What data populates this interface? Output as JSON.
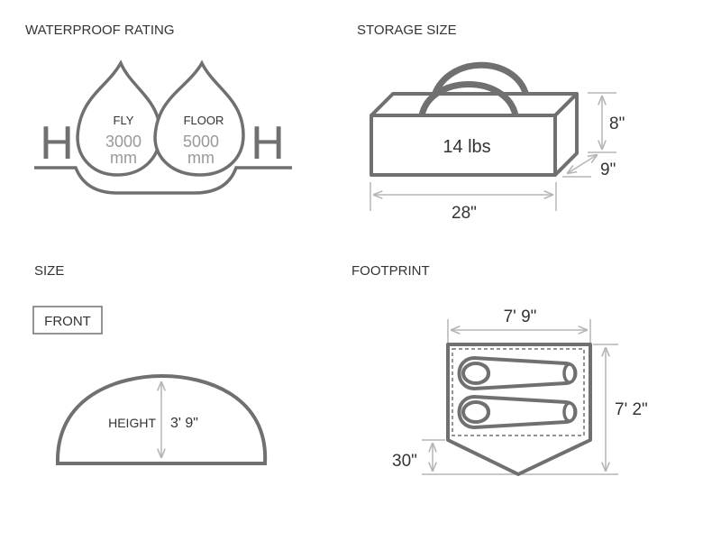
{
  "colors": {
    "stroke": "#707070",
    "fill": "#ffffff",
    "text_dark": "#333333",
    "text_light": "#999999",
    "dim_line": "#b5b5b5"
  },
  "sections": {
    "waterproof": {
      "title": "WATERPROOF RATING",
      "left_glyph": "H",
      "right_glyph": "H",
      "fly": {
        "label": "FLY",
        "value": "3000",
        "unit": "mm"
      },
      "floor": {
        "label": "FLOOR",
        "value": "5000",
        "unit": "mm"
      }
    },
    "storage": {
      "title": "STORAGE SIZE",
      "weight": "14 lbs",
      "height": "8\"",
      "depth": "9\"",
      "length": "28\""
    },
    "size": {
      "title": "SIZE",
      "view_button": "FRONT",
      "height_label": "HEIGHT",
      "height_value": "3' 9\""
    },
    "footprint": {
      "title": "FOOTPRINT",
      "width": "7' 9\"",
      "length": "7' 2\"",
      "vestibule": "30\""
    }
  }
}
